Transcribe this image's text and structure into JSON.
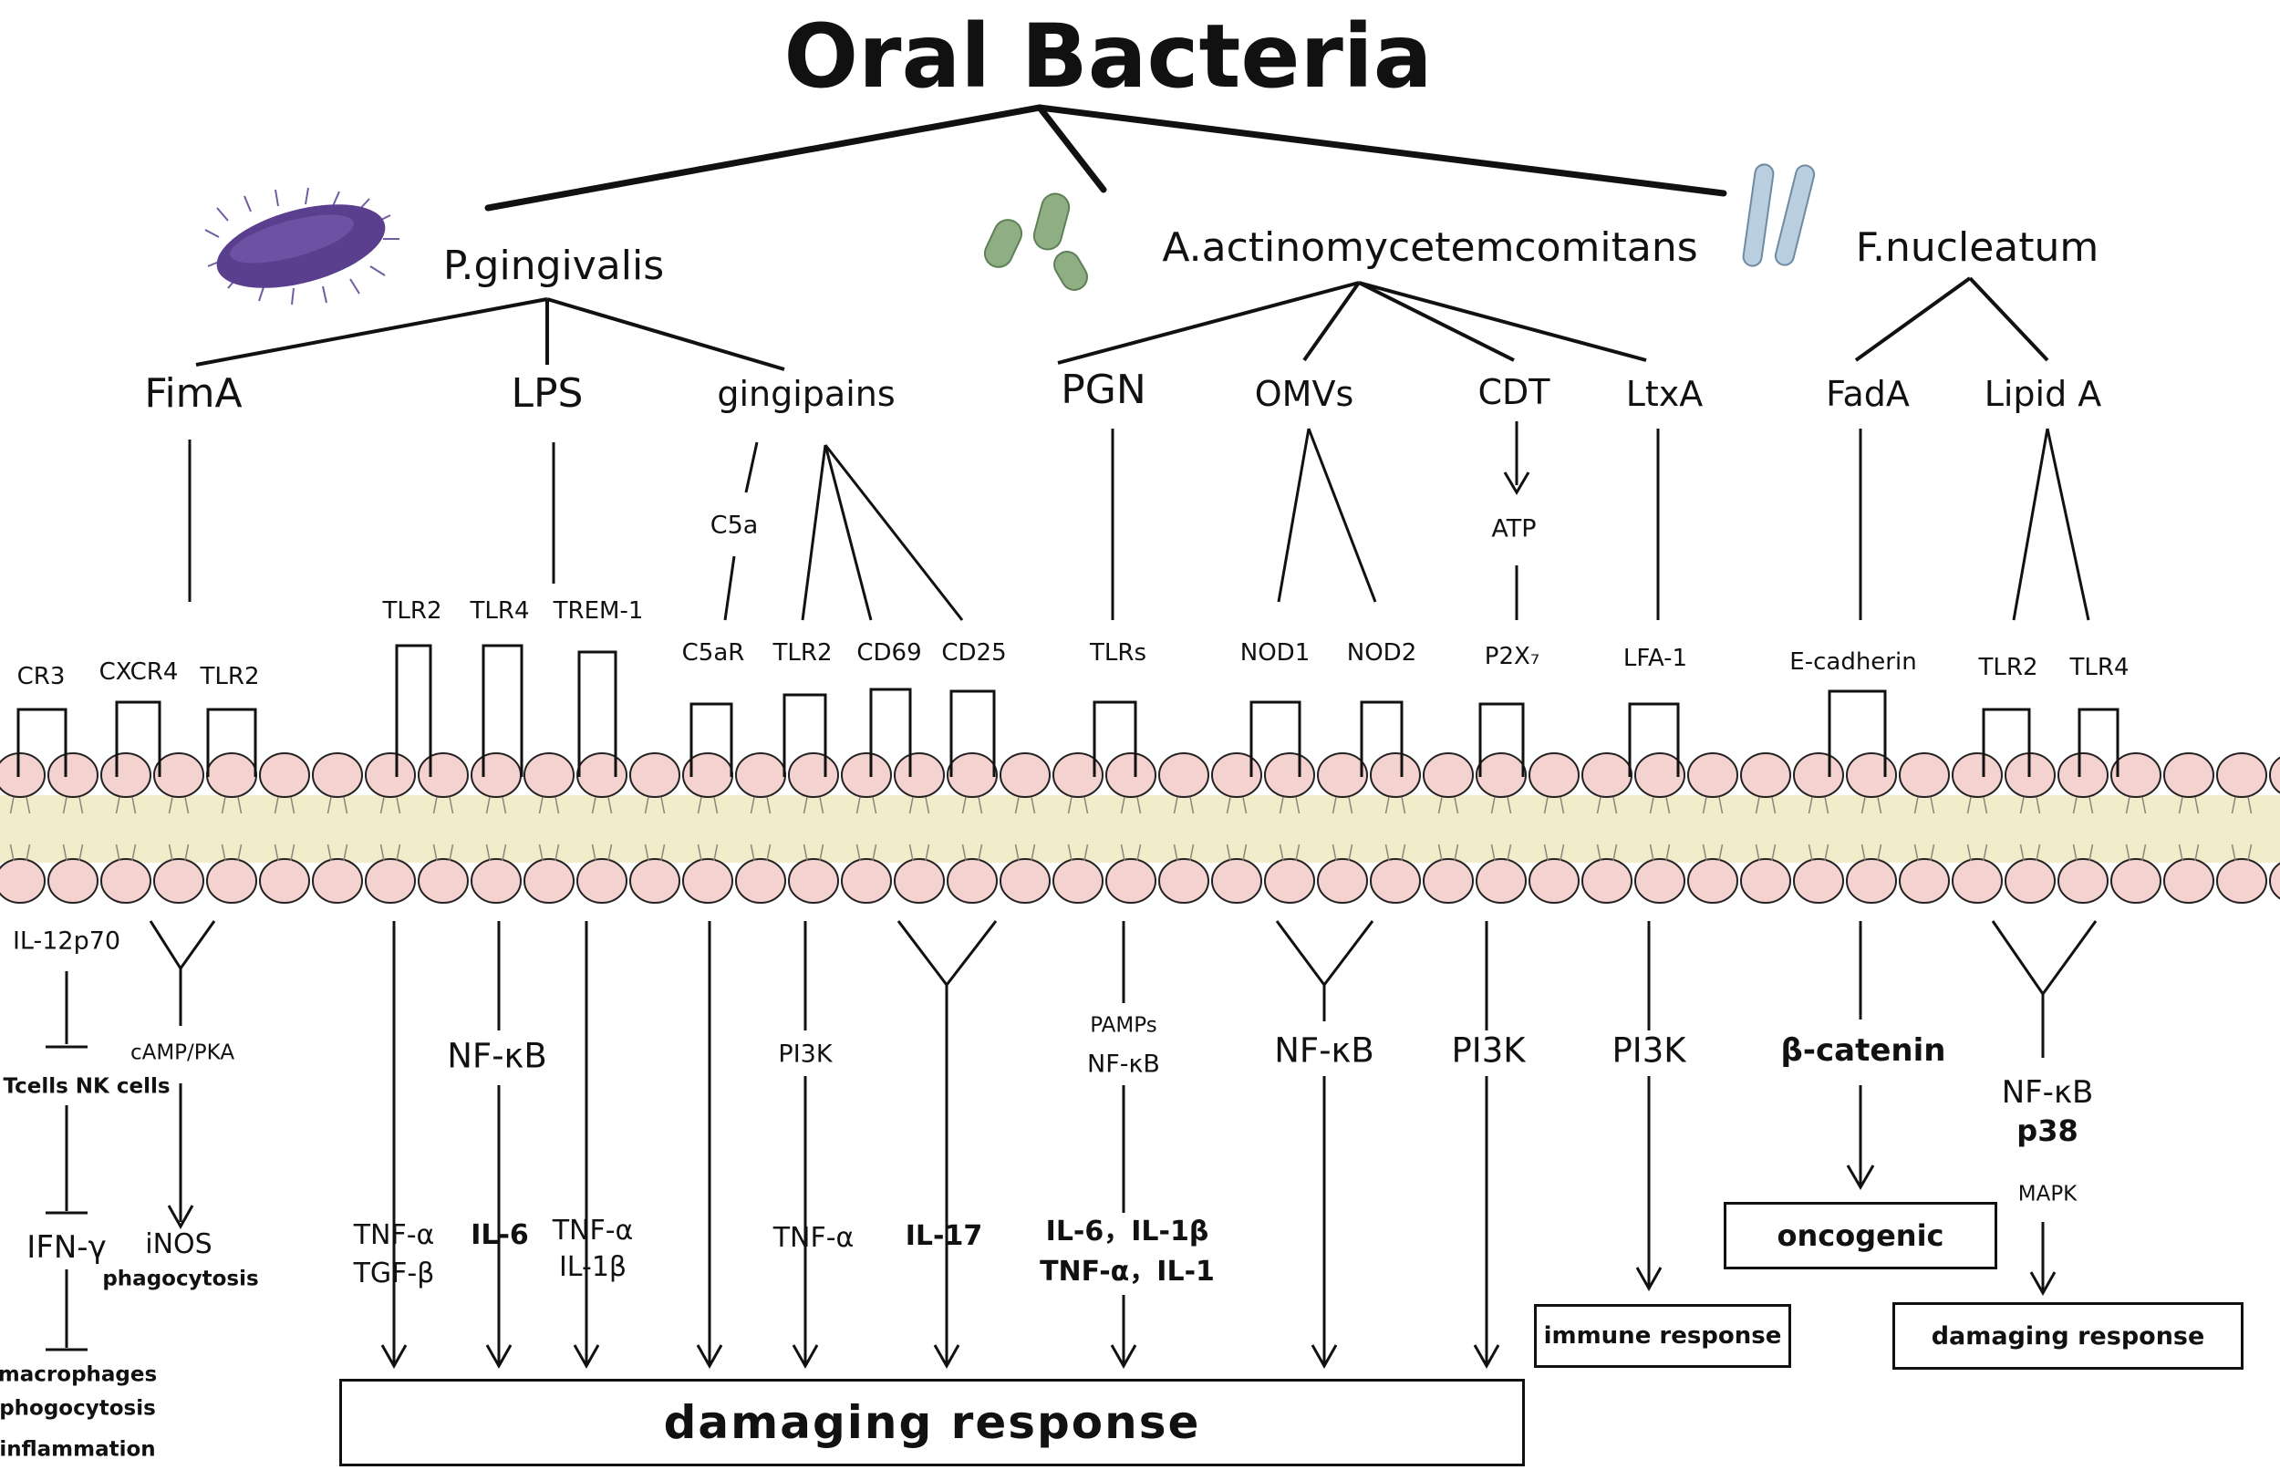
{
  "title": "Oral Bacteria",
  "bacteria": {
    "pg": "P.gingivalis",
    "aa": "A.actinomycetemcomitans",
    "fn": "F.nucleatum"
  },
  "factors": {
    "fima": "FimA",
    "lps": "LPS",
    "gingipains": "gingipains",
    "pgn": "PGN",
    "omvs": "OMVs",
    "cdt": "CDT",
    "ltxa": "LtxA",
    "fada": "FadA",
    "lipida": "Lipid  A"
  },
  "intermediates": {
    "c5a": "C5a",
    "atp": "ATP"
  },
  "receptors": {
    "cr3": "CR3",
    "cxcr4": "CXCR4",
    "tlr2_fima": "TLR2",
    "tlr2_lps": "TLR2",
    "tlr4_lps": "TLR4",
    "trem1": "TREM-1",
    "c5ar": "C5aR",
    "tlr2_ging": "TLR2",
    "cd69": "CD69",
    "cd25": "CD25",
    "tlrs": "TLRs",
    "nod1": "NOD1",
    "nod2": "NOD2",
    "p2x7": "P2X₇",
    "lfa1": "LFA-1",
    "ecadherin": "E-cadherin",
    "tlr2_fn": "TLR2",
    "tlr4_fn": "TLR4"
  },
  "signals": {
    "il12p70": "IL-12p70",
    "camp_pka": "cAMP/PKA",
    "tcells_nk": "Tcells NK cells",
    "nfkb_lps": "NF-κB",
    "pi3k_ging": "PI3K",
    "pamps": "PAMPs",
    "nfkb_pgn": "NF-κB",
    "nfkb_omv": "NF-κB",
    "pi3k_cdt": "PI3K",
    "pi3k_ltxa": "PI3K",
    "beta_catenin": "β-catenin",
    "nfkb_fn": "NF-κB",
    "p38": "p38",
    "mapk": "MAPK"
  },
  "outputs": {
    "ifng": "IFN-γ",
    "inos": "iNOS",
    "phagocytosis": "phagocytosis",
    "macrophages": "macrophages",
    "phogocytosis": "phogocytosis",
    "inflammation": "inflammation",
    "tnfa_1": "TNF-α",
    "tgfb": "TGF-β",
    "il6_lps": "IL-6",
    "tnfa_2": "TNF-α",
    "il1b_lps": "IL-1β",
    "tnfa_ging": "TNF-α",
    "il17": "IL-17",
    "il6_il1b": "IL-6，IL-1β",
    "tnfa_il1": "TNF-α，IL-1"
  },
  "boxes": {
    "damaging_main": "damaging  response",
    "immune": "immune  response",
    "oncogenic": "oncogenic",
    "damaging_fn": "damaging response"
  },
  "colors": {
    "membrane_head": "#f3d2cf",
    "membrane_core": "#f2eccb",
    "line": "#111111",
    "pg_cell": "#5a3f8f",
    "aa_cell": "#8fae84",
    "fn_cell": "#b9cfe0"
  }
}
